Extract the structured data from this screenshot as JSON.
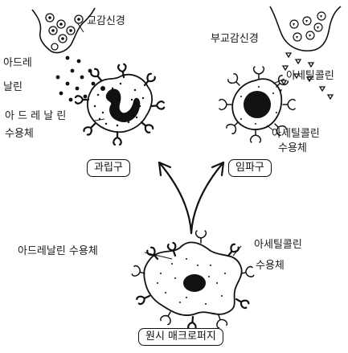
{
  "labels": {
    "sympathetic_nerve": "교감신경",
    "parasympathetic_nerve": "부교감신경",
    "adrenaline_line1": "아드레",
    "adrenaline_line2": "날린",
    "acetylcholine_top": "아세틸콜린",
    "adrenaline_receptor_line1": "아 드 레 날 린",
    "adrenaline_receptor_line2": "수용체",
    "acetylcholine_receptor_line1": "아세틸콜린",
    "acetylcholine_receptor_line2": "수용체",
    "granulocyte": "과립구",
    "lymphocyte": "임파구",
    "bottom_adrenaline_receptor": "아드레날린 수용체",
    "bottom_acetylcholine_line1": "아세틸콜린",
    "bottom_acetylcholine_line2": "수용체",
    "primitive_macrophage": "원시 매크로퍼지"
  },
  "colors": {
    "ink": "#111111",
    "background": "#ffffff"
  }
}
